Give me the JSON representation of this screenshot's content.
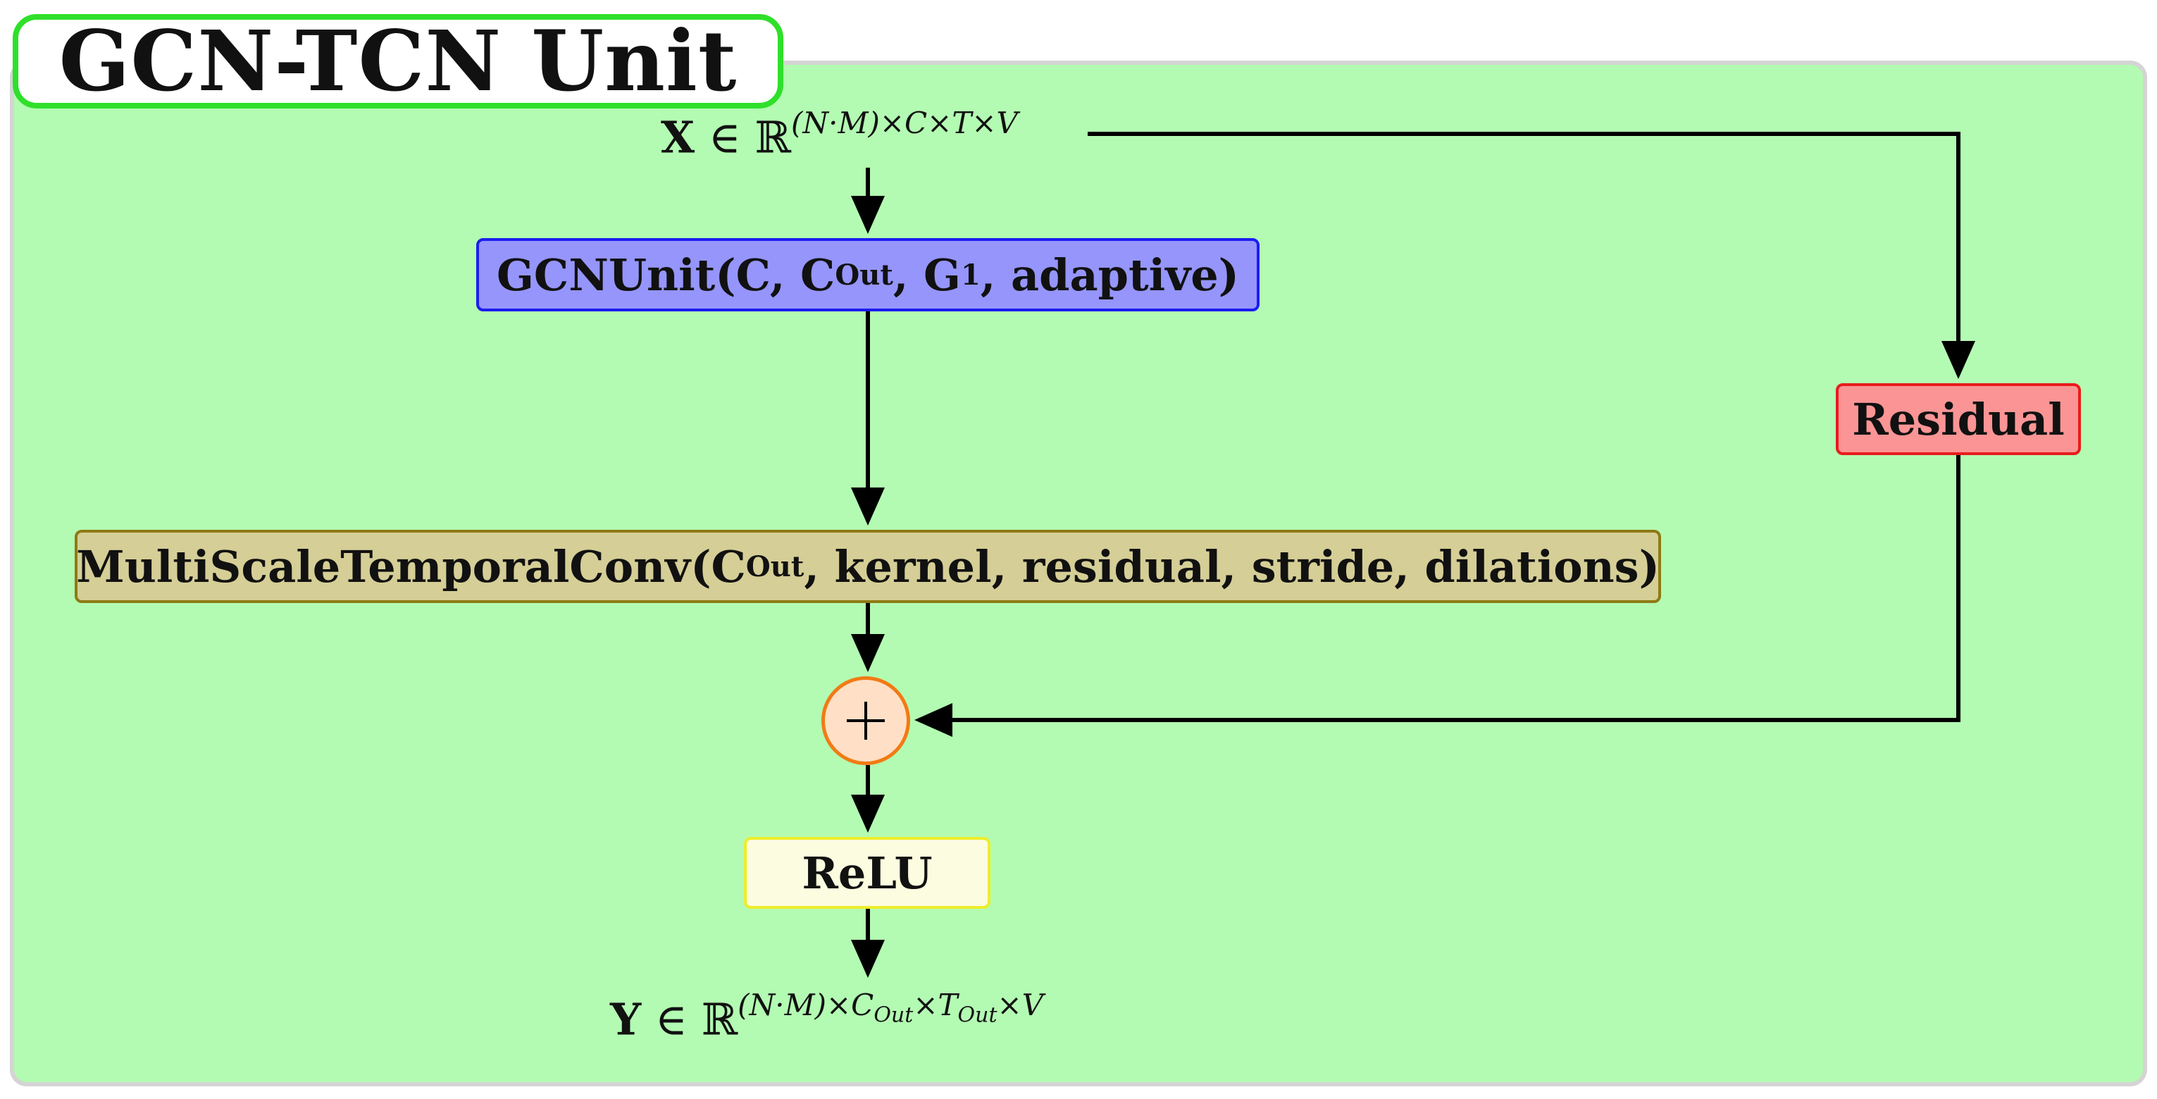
{
  "title": "GCN-TCN Unit",
  "input": {
    "var": "X",
    "rel": " ∈ ℝ",
    "superscript": "(N·M)×C×T×V"
  },
  "output": {
    "var": "Y",
    "rel": " ∈ ℝ",
    "sup_a": "(N·M)×C",
    "sup_a_sub": "Out",
    "sup_b": "×T",
    "sup_b_sub": "Out",
    "sup_c": "×V"
  },
  "nodes": {
    "gcn": {
      "pre": "GCNUnit(C, C",
      "sub1": "Out",
      "mid": ", G",
      "sub2": "1",
      "post": ", adaptive)",
      "color": "#9595fb"
    },
    "mstc": {
      "pre": "MultiScaleTemporalConv(C",
      "sub": "Out",
      "post": ", kernel, residual, stride, dilations)",
      "color": "#d5ce96"
    },
    "residual": {
      "label": "Residual",
      "color": "#fb9595"
    },
    "relu": {
      "label": "ReLU",
      "color": "#fcfce0"
    },
    "sum": {
      "symbol": "+",
      "color": "#ffe0c6"
    }
  },
  "colors": {
    "background": "#b3fbb2",
    "title_border": "#2fe02a",
    "arrow": "#000000"
  }
}
